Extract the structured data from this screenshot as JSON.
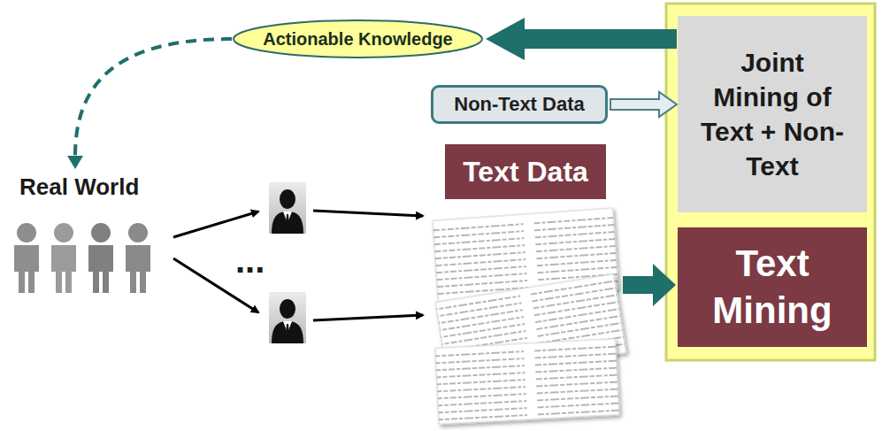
{
  "diagram": {
    "nodes": [
      {
        "text": [
          "Actionable Knowledge"
        ]
      },
      {
        "text": [
          "Joint Mining of Text + Non-Text"
        ]
      },
      {
        "text": [
          "Non-Text Data"
        ]
      },
      {
        "text": [
          "Text Data"
        ]
      },
      {
        "text": [
          "Text Mining"
        ]
      }
    ],
    "edges": [
      {
        "from": 1,
        "to": 0,
        "arrow": "to"
      },
      {
        "from": 2,
        "to": 1,
        "arrow": "to"
      }
    ],
    "labels": [
      "Real World",
      "..."
    ]
  }
}
